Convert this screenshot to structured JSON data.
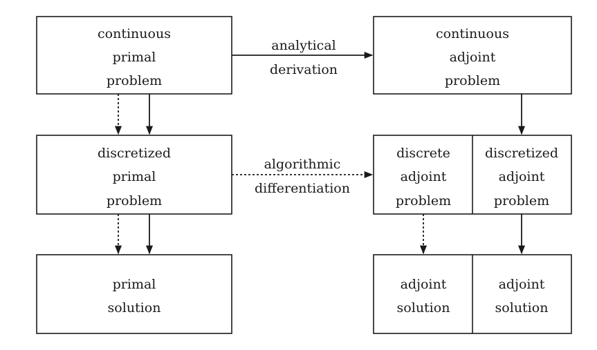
{
  "nodes": {
    "continuous_primal": [
      "continuous",
      "primal",
      "problem"
    ],
    "discretized_primal": [
      "discretized",
      "primal",
      "problem"
    ],
    "primal_solution": [
      "primal",
      "solution"
    ],
    "continuous_adjoint": [
      "continuous",
      "adjoint",
      "problem"
    ],
    "discrete_adjoint": [
      "discrete",
      "adjoint",
      "problem"
    ],
    "discretized_adjoint": [
      "discretized",
      "adjoint",
      "problem"
    ],
    "adjoint_solution_left": [
      "adjoint",
      "solution"
    ],
    "adjoint_solution_right": [
      "adjoint",
      "solution"
    ]
  },
  "edges": {
    "analytical": [
      "analytical",
      "derivation"
    ],
    "algorithmic": [
      "algorithmic",
      "differentiation"
    ]
  }
}
